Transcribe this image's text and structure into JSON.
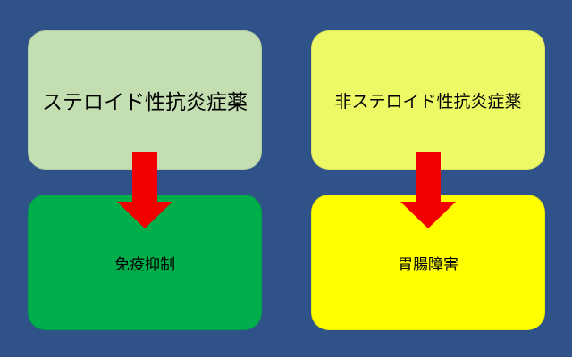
{
  "colors": {
    "background": "#2f5289",
    "steroid_box": "#c3dfb1",
    "nsaid_box": "#eef966",
    "immuno_box": "#00ae4b",
    "gi_box": "#ffff00",
    "arrow": "#f20000"
  },
  "boxes": {
    "steroid": {
      "label": "ステロイド性抗炎症薬"
    },
    "nsaid": {
      "label": "非ステロイド性抗炎症薬"
    },
    "immuno": {
      "label": "免疫抑制"
    },
    "gi": {
      "label": "胃腸障害"
    }
  }
}
